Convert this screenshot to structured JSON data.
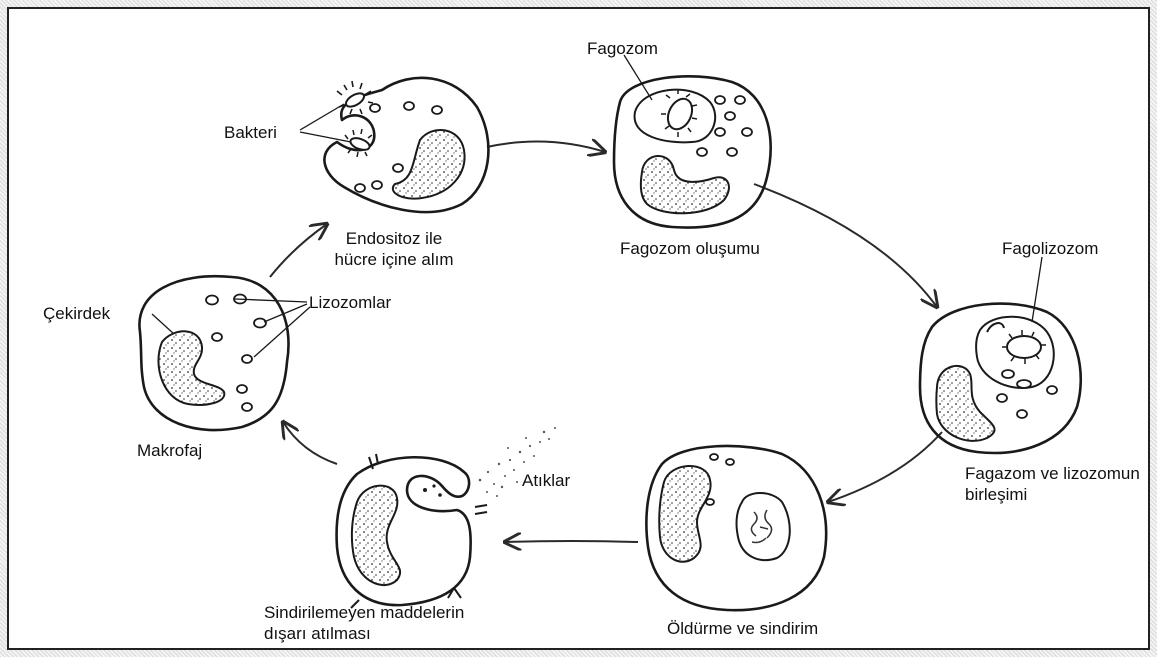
{
  "labels": {
    "bakteri": "Bakteri",
    "fagozom": "Fagozom",
    "fagolizozom": "Fagolizozom",
    "cekirdek": "Çekirdek",
    "lizozomlar": "Lizozomlar",
    "makrofaj": "Makrofaj",
    "atiklar": "Atıklar"
  },
  "stages": {
    "endositoz": [
      "Endositoz ile",
      "hücre içine alım"
    ],
    "fagozom_olusumu": "Fagozom oluşumu",
    "birlesim": [
      "Fagazom ve lizozomun",
      "birleşimi"
    ],
    "oldurme": "Öldürme ve sindirim",
    "atilma": [
      "Sindirilemeyen maddelerin",
      "dışarı atılması"
    ]
  }
}
